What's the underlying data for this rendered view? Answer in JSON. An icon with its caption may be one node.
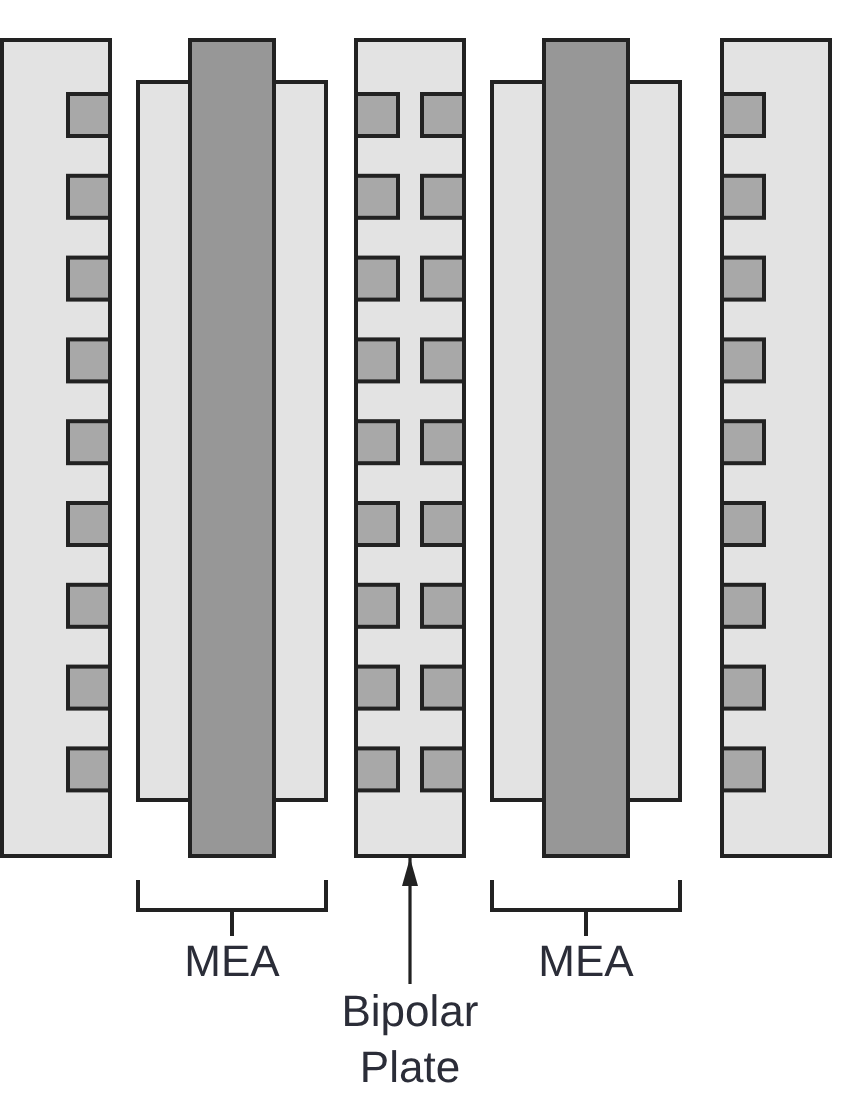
{
  "diagram": {
    "nodes": [
      {
        "text": [],
        "shape": "box"
      },
      {
        "text": [],
        "shape": "box",
        "beside": [
          "MEA"
        ]
      },
      {
        "text": [],
        "shape": "box"
      },
      {
        "text": [],
        "shape": "box",
        "beside": [
          "MEA"
        ]
      },
      {
        "text": [],
        "shape": "box"
      },
      {
        "text": [
          "Bipolar Plate"
        ]
      }
    ],
    "edges": [
      {
        "from": 5,
        "to": 2,
        "arrow": "to"
      }
    ]
  }
}
